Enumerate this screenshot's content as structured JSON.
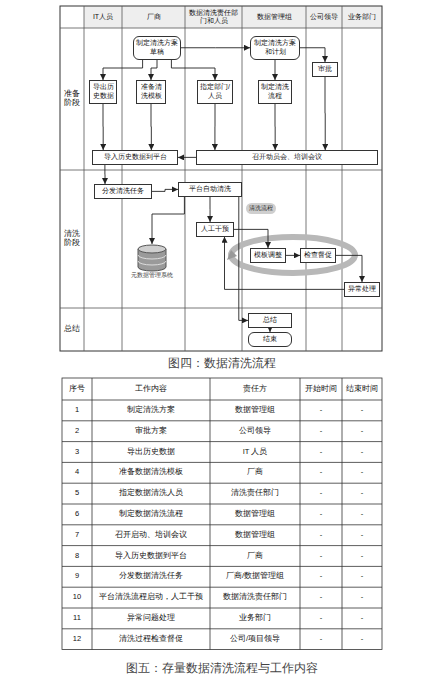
{
  "diagram": {
    "caption": "图四：数据清洗流程",
    "nodes": [
      {
        "text": [
          "制定清洗方案草稿"
        ]
      },
      {
        "text": [
          "制定清洗方案和计划"
        ]
      },
      {
        "text": [
          "审批"
        ]
      },
      {
        "text": [
          "导出历史数据"
        ]
      },
      {
        "text": [
          "准备清洗模板"
        ]
      },
      {
        "text": [
          "指定部门/人员"
        ]
      },
      {
        "text": [
          "制定清洗流程"
        ]
      },
      {
        "text": [
          "导入历史数据到平台"
        ]
      },
      {
        "text": [
          "召开动员会、培训会议"
        ]
      },
      {
        "text": [
          "分发清洗任务"
        ]
      },
      {
        "text": [
          "平台自动清洗"
        ]
      },
      {
        "text": [
          "人工干预"
        ]
      },
      {
        "text": [
          "元数据管理系统"
        ]
      },
      {
        "text": [
          "模板调整"
        ]
      },
      {
        "text": [
          "检查督促"
        ]
      },
      {
        "text": [
          "异常处理"
        ]
      },
      {
        "text": [
          "总结"
        ]
      },
      {
        "text": [
          "结束"
        ]
      }
    ],
    "edges": [
      {
        "from": 0,
        "to": 1,
        "arrow": "to"
      },
      {
        "from": 0,
        "to": 3,
        "arrow": "to"
      },
      {
        "from": 0,
        "to": 4,
        "arrow": "to"
      },
      {
        "from": 0,
        "to": 5,
        "arrow": "to"
      },
      {
        "from": 1,
        "to": 6,
        "arrow": "to"
      },
      {
        "from": 1,
        "to": 2,
        "arrow": "to"
      },
      {
        "from": 2,
        "to": 8,
        "arrow": "to"
      },
      {
        "from": 3,
        "to": 7,
        "arrow": "to"
      },
      {
        "from": 4,
        "to": 7,
        "arrow": "to"
      },
      {
        "from": 5,
        "to": 8,
        "arrow": "to"
      },
      {
        "from": 6,
        "to": 8,
        "arrow": "to"
      },
      {
        "from": 8,
        "to": 7,
        "arrow": "to"
      },
      {
        "from": 7,
        "to": 9,
        "arrow": "to"
      },
      {
        "from": 9,
        "to": 10,
        "arrow": "to"
      },
      {
        "from": 10,
        "to": 11,
        "arrow": "to"
      },
      {
        "from": 10,
        "to": 12,
        "arrow": "to"
      },
      {
        "from": 11,
        "to": 13,
        "arrow": "to"
      },
      {
        "from": 13,
        "to": 14,
        "arrow": "to"
      },
      {
        "from": 14,
        "to": 15,
        "arrow": "to"
      },
      {
        "from": 15,
        "to": 11,
        "arrow": "to"
      },
      {
        "from": 10,
        "to": 16,
        "arrow": "to"
      },
      {
        "from": 16,
        "to": 17,
        "arrow": "to"
      }
    ],
    "labels": [
      "IT人员",
      "厂商",
      "数据清洗责任部门和人员",
      "数据管理组",
      "公司领导",
      "业务部门",
      "准备阶段",
      "清洗阶段",
      "总结",
      "清洗流程",
      "序号",
      "工作内容",
      "责任方",
      "开始时间",
      "结束时间",
      "1",
      "制定清洗方案",
      "数据管理组",
      "-",
      "-",
      "2",
      "审批方案",
      "公司领导",
      "-",
      "-",
      "3",
      "导出历史数据",
      "IT 人员",
      "-",
      "-",
      "4",
      "准备数据清洗模板",
      "厂商",
      "-",
      "-",
      "5",
      "指定数据清洗人员",
      "清洗责任部门",
      "-",
      "-",
      "6",
      "制定数据清洗流程",
      "数据管理组",
      "-",
      "-",
      "7",
      "召开启动、培训会议",
      "数据管理组",
      "-",
      "-",
      "8",
      "导入历史数据到平台",
      "厂商",
      "-",
      "-",
      "9",
      "分发数据清洗任务",
      "厂商/数据管理组",
      "-",
      "-",
      "10",
      "平台清洗流程启动，人工干预",
      "数据清洗责任部门",
      "-",
      "-",
      "11",
      "异常问题处理",
      "业务部门",
      "-",
      "-",
      "12",
      "清洗过程检查督促",
      "公司/项目领导",
      "-",
      "-",
      "图五：存量数据清洗流程与工作内容"
    ]
  }
}
